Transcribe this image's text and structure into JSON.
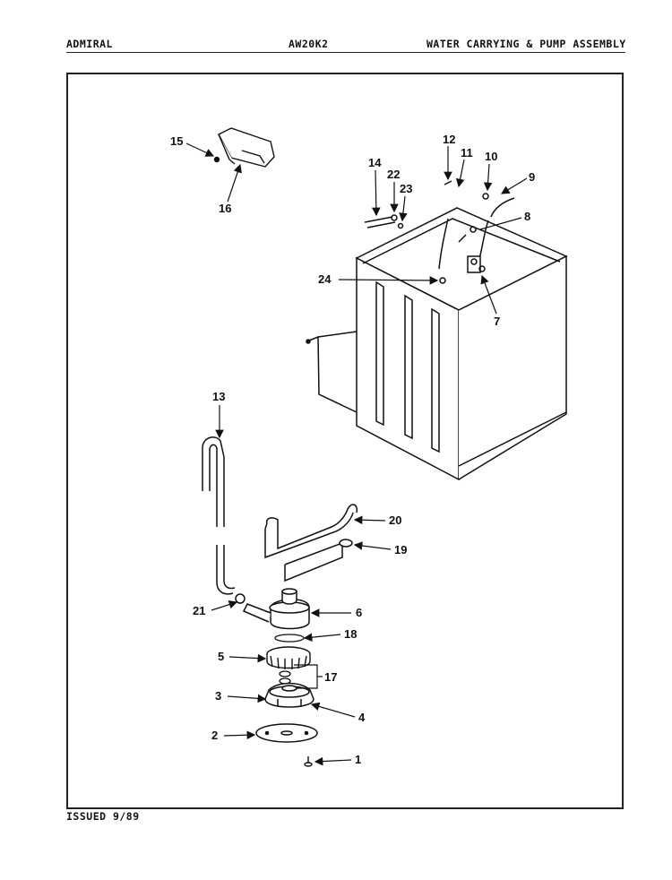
{
  "header": {
    "brand": "ADMIRAL",
    "model": "AW20K2",
    "section_title": "WATER CARRYING & PUMP ASSEMBLY"
  },
  "footer": {
    "issued": "ISSUED 9/89"
  },
  "callouts": {
    "c1": "1",
    "c2": "2",
    "c3": "3",
    "c4": "4",
    "c5": "5",
    "c6": "6",
    "c7": "7",
    "c8": "8",
    "c9": "9",
    "c10": "10",
    "c11": "11",
    "c12": "12",
    "c13": "13",
    "c14": "14",
    "c15": "15",
    "c16": "16",
    "c17": "17",
    "c18": "18",
    "c19": "19",
    "c20": "20",
    "c21": "21",
    "c22": "22",
    "c23": "23",
    "c24": "24"
  }
}
